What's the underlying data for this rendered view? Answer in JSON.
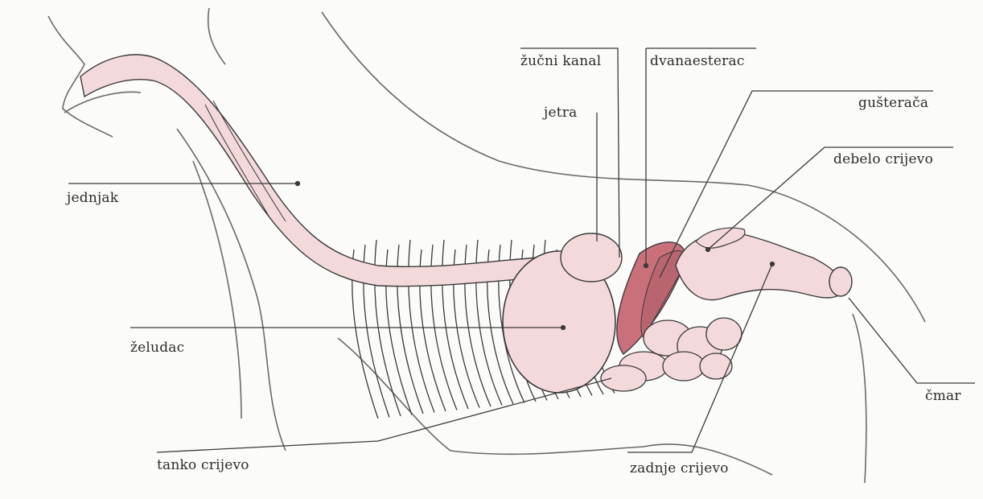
{
  "diagram": {
    "labels": {
      "jednjak": "jednjak",
      "zeludac": "želudac",
      "tanko_crijevo": "tanko crijevo",
      "zucni_kanal": "žučni kanal",
      "jetra": "jetra",
      "dvanaesterac": "dvanaesterac",
      "gusteraca": "gušterača",
      "debelo_crijevo": "debelo crijevo",
      "cmar": "čmar",
      "zadnje_crijevo": "zadnje crijevo"
    },
    "colors": {
      "organ_fill": "#f4d9dc",
      "organ_dark": "#b9656f",
      "line": "#3a3a3a",
      "outline": "#6a6a6a",
      "background": "#fbfbf9"
    }
  }
}
